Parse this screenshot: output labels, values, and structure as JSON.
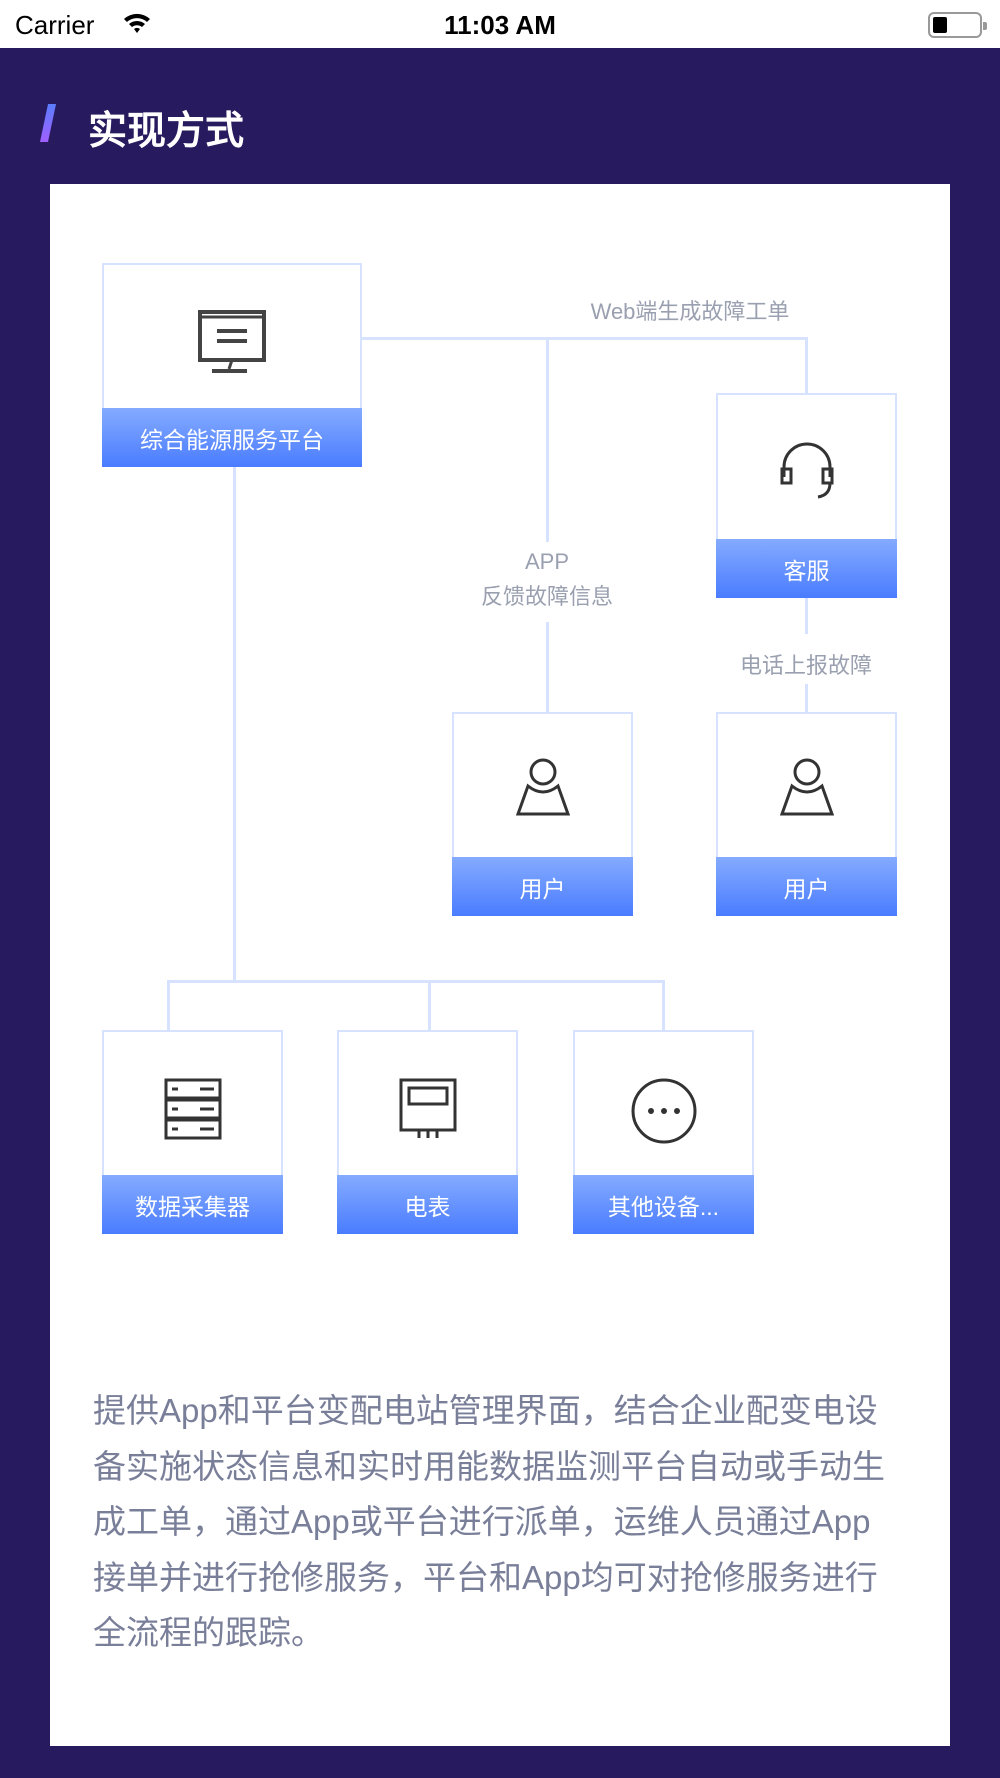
{
  "status_bar": {
    "carrier": "Carrier",
    "time": "11:03 AM"
  },
  "section_title": "实现方式",
  "diagram": {
    "platform": "综合能源服务平台",
    "customer_service": "客服",
    "user_app": "用户",
    "user_phone": "用户",
    "collector": "数据采集器",
    "meter": "电表",
    "other": "其他设备...",
    "web_label": "Web端生成故障工单",
    "app_label_1": "APP",
    "app_label_2": "反馈故障信息",
    "phone_label": "电话上报故障"
  },
  "description": "提供App和平台变配电站管理界面，结合企业配变电设备实施状态信息和实时用能数据监测平台自动或手动生成工单，通过App或平台进行派单，运维人员通过App接单并进行抢修服务，平台和App均可对抢修服务进行全流程的跟踪。"
}
